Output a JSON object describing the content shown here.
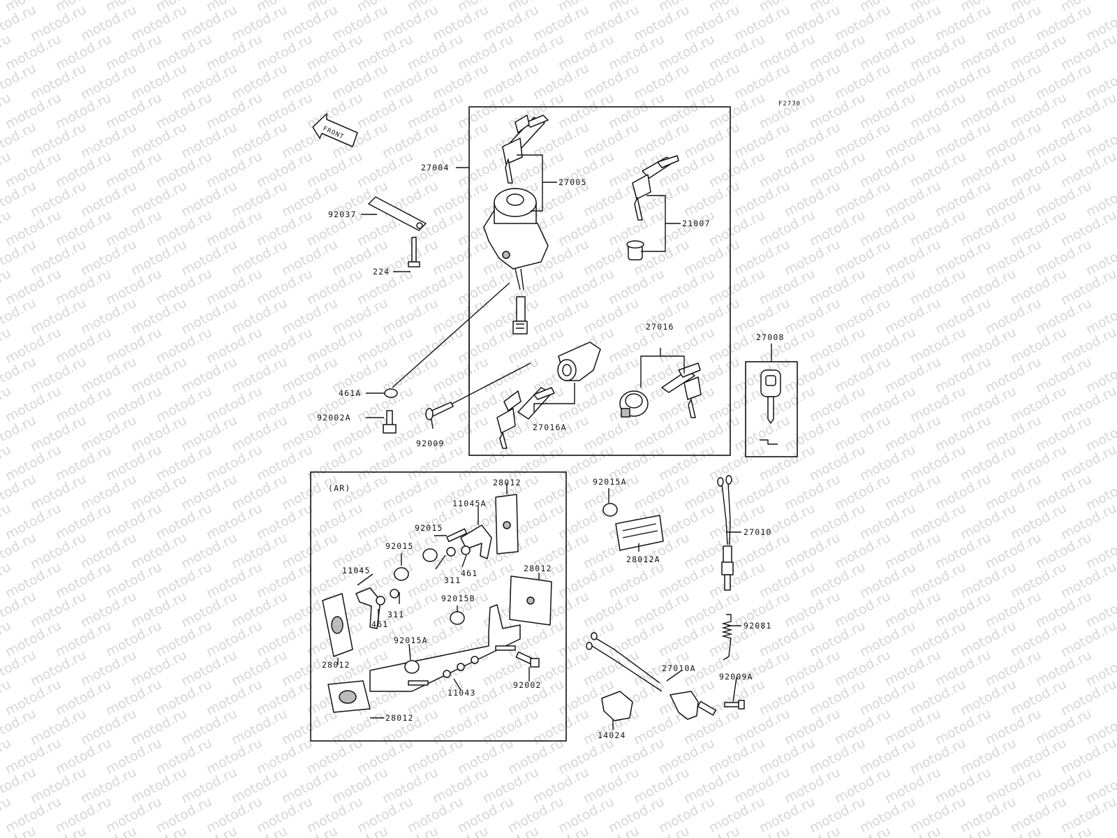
{
  "watermark": "motod.ru",
  "figure_code": "F2770",
  "front_label": "FRONT",
  "region_label": "(AR)",
  "labels": {
    "p27004": "27004",
    "p27005": "27005",
    "p92037": "92037",
    "p224": "224",
    "p21007": "21007",
    "p27016": "27016",
    "p27008": "27008",
    "p461A": "461A",
    "p92002A": "92002A",
    "p92009": "92009",
    "p27016A": "27016A",
    "p28012a": "28012",
    "p11045A": "11045A",
    "p92015a": "92015",
    "p92015b": "92015",
    "p11045": "11045",
    "p311a": "311",
    "p461a": "461",
    "p311b": "311",
    "p461b": "461",
    "p28012b": "28012",
    "p92015B": "92015B",
    "p28012c": "28012",
    "p92015A1": "92015A",
    "p11043": "11043",
    "p92002": "92002",
    "p28012d": "28012",
    "p92015A2": "92015A",
    "p28012A": "28012A",
    "p27010": "27010",
    "p92081": "92081",
    "p27010A": "27010A",
    "p92009A": "92009A",
    "p14024": "14024"
  }
}
